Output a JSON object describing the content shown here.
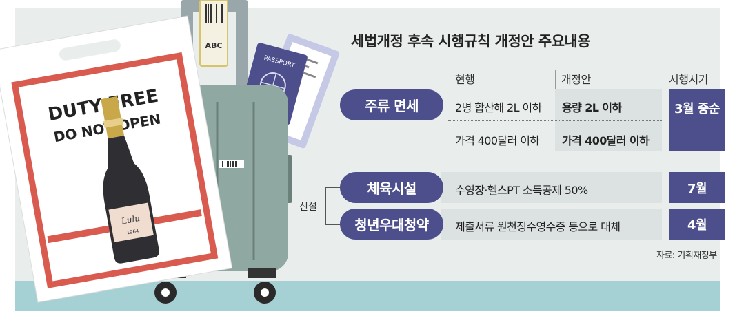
{
  "title": "세법개정 후속 시행규칙 개정안 주요내용",
  "columns": {
    "current": "현행",
    "revised": "개정안",
    "effective": "시행시기"
  },
  "side_label": "신설",
  "rows": [
    {
      "category": "주류 면세",
      "current": [
        "2병 합산해 2L 이하",
        "가격 400달러 이하"
      ],
      "revised": [
        "용량 2L 이하",
        "가격 400달러 이하"
      ],
      "effective": "3월 중순"
    },
    {
      "category": "체육시설",
      "revised": "수영장·헬스PT 소득공제 50%",
      "effective": "7월"
    },
    {
      "category": "청년우대청약",
      "revised": "제출서류 원천징수영수증 등으로 대체",
      "effective": "4월"
    }
  ],
  "source": "자료: 기획재정부",
  "illustration": {
    "bag_text": [
      "DUTY FREE",
      "DO NOT OPEN"
    ],
    "luggage_tag": "ABC",
    "passport": "PASSPORT",
    "bottle_label": "Lulu",
    "bottle_year": "1964"
  },
  "colors": {
    "accent": "#4d4e8c",
    "band": "#dbe2e1",
    "background": "#e9eeed",
    "floor": "#a6d1d4",
    "bag_border": "#d95b4f",
    "suitcase": "#8fa8a2"
  }
}
